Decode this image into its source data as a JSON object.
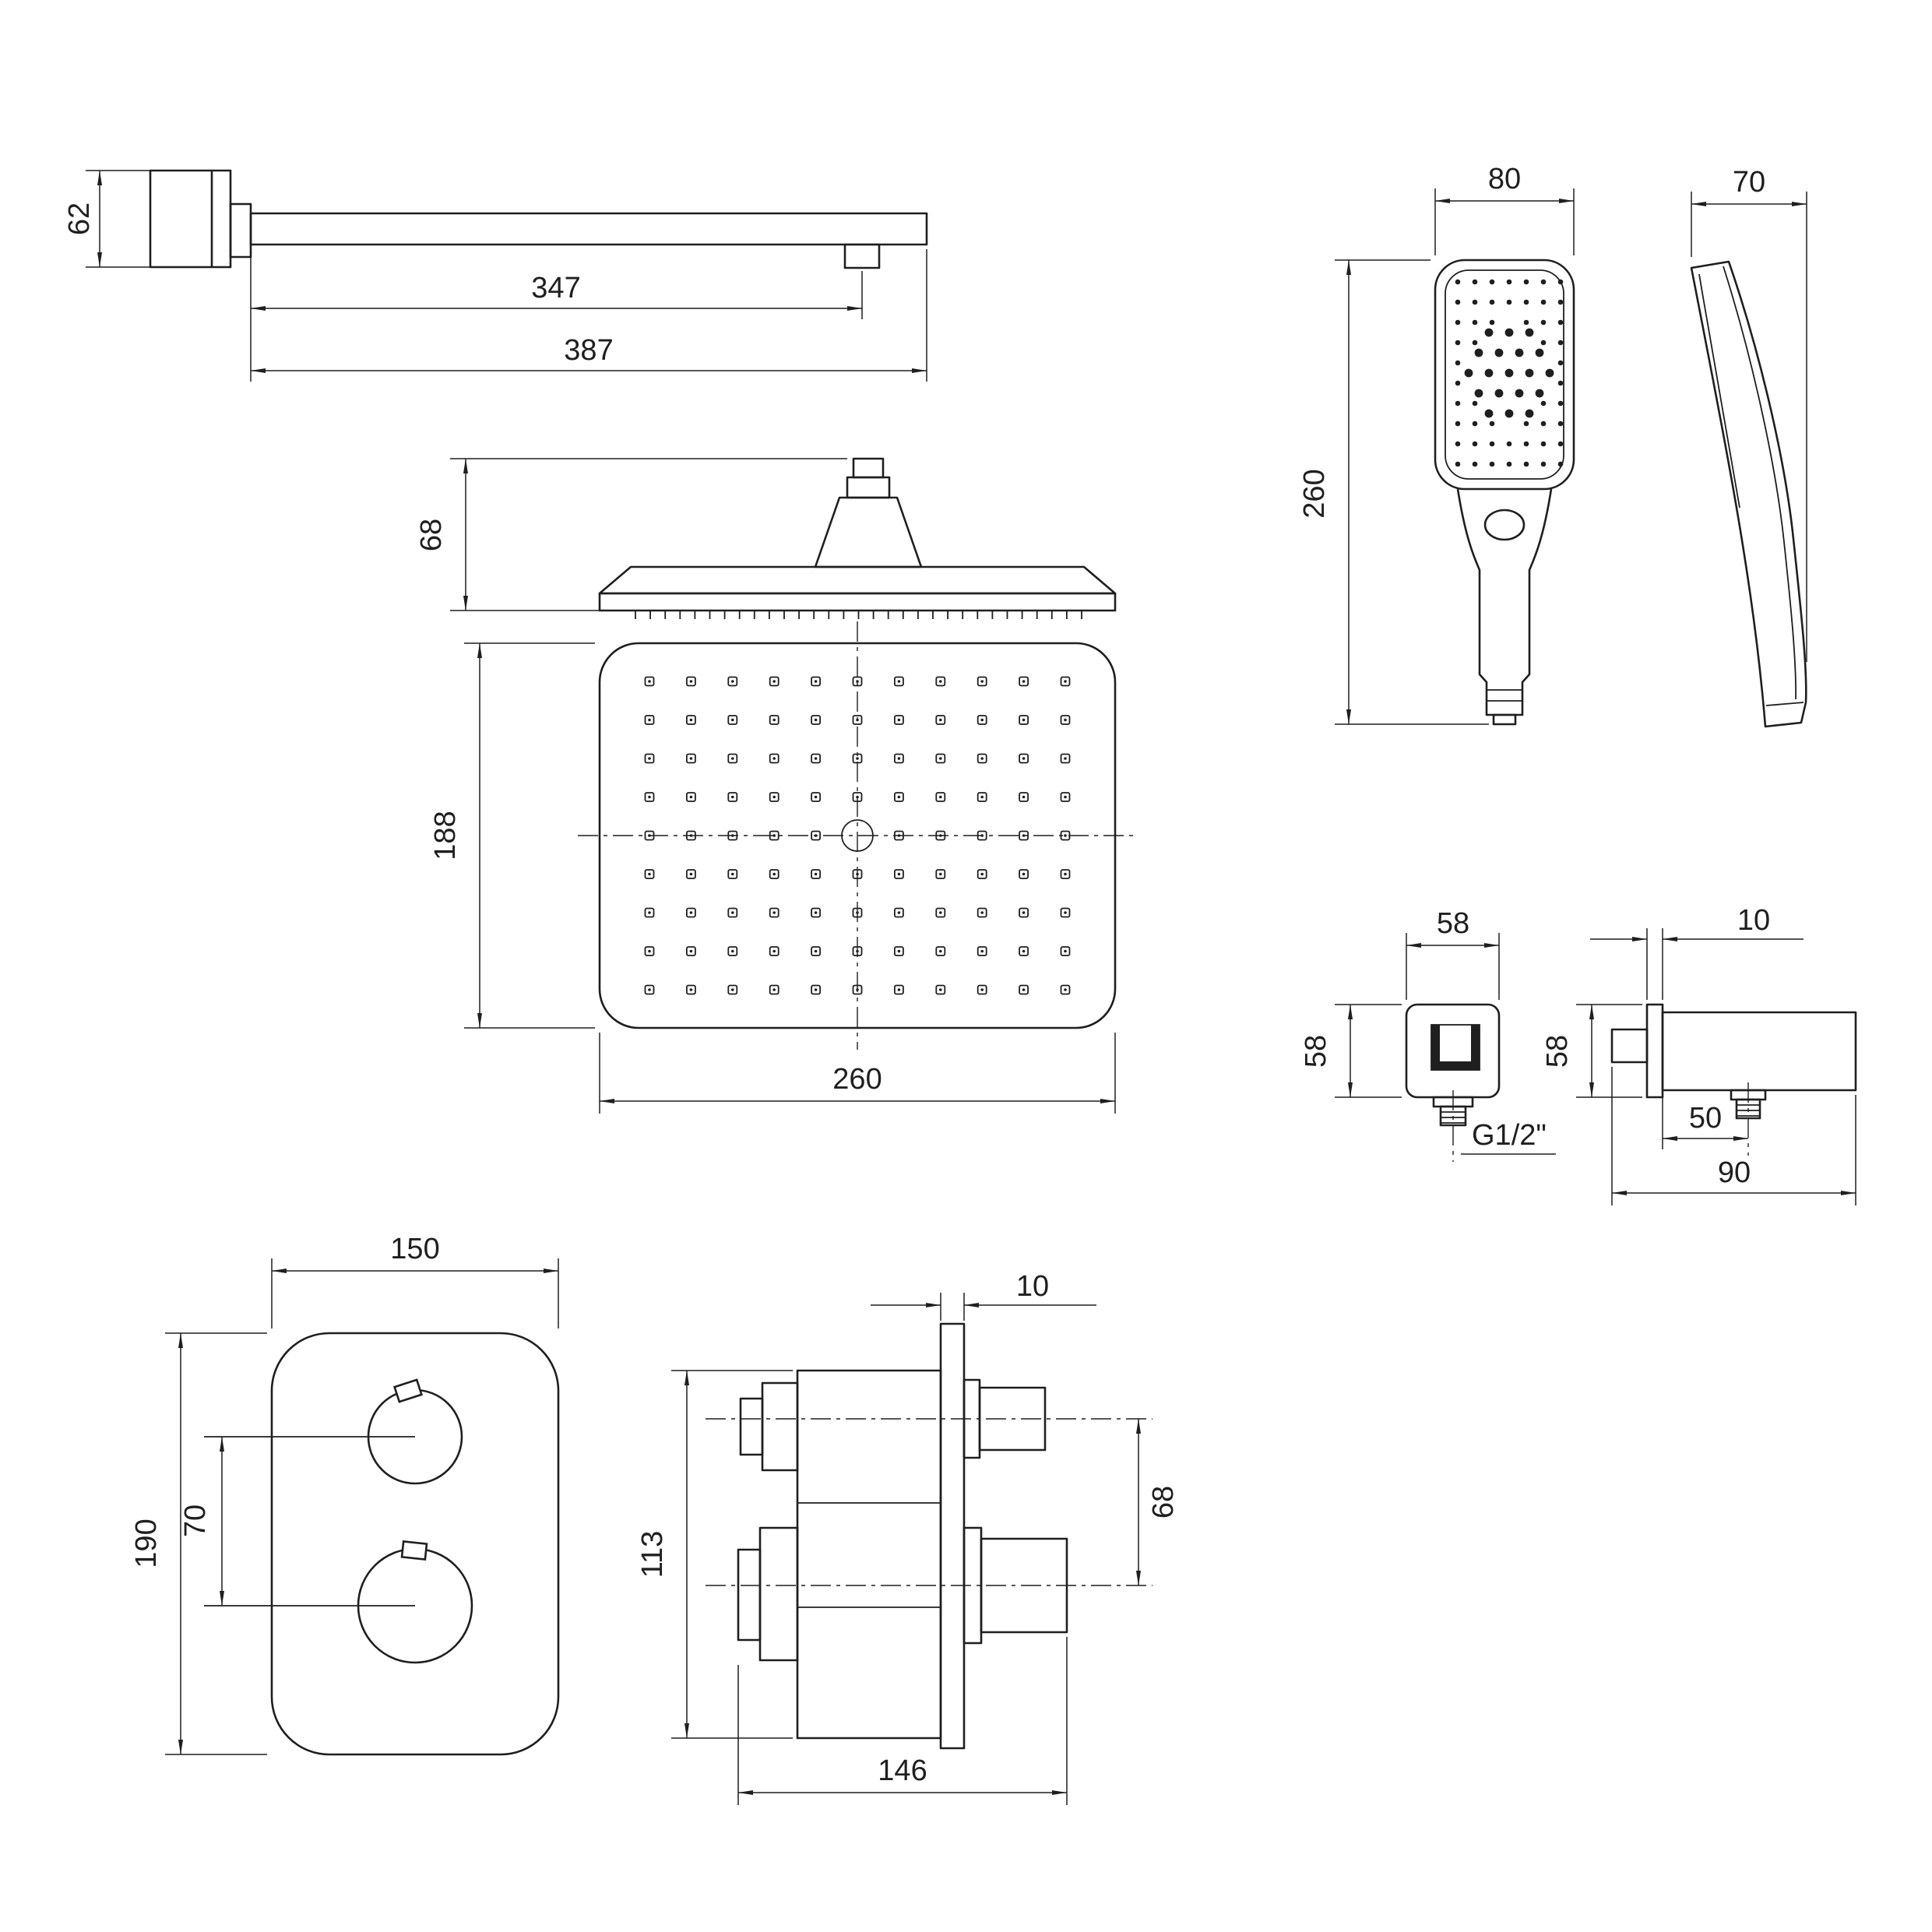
{
  "style": {
    "line_color": "#1f1f1f",
    "background": "#ffffff"
  },
  "views": {
    "shower_arm": {
      "flange_size": "62",
      "length_to_outlet": "347",
      "length_total": "387"
    },
    "head_side": {
      "height": "68"
    },
    "head_top": {
      "depth": "188",
      "width": "260"
    },
    "hand_shower_front": {
      "width": "80",
      "length": "260"
    },
    "hand_shower_side": {
      "depth": "70"
    },
    "wall_outlet_front": {
      "width": "58",
      "height": "58",
      "thread": "G1/2\""
    },
    "wall_outlet_side": {
      "plate_thickness": "10",
      "height": "58",
      "port_offset": "50",
      "length": "90"
    },
    "mixer_front": {
      "width": "150",
      "height": "190",
      "handle_spacing": "70"
    },
    "mixer_side": {
      "plate_thickness": "10",
      "body_height": "113",
      "port_spacing": "68",
      "length": "146"
    }
  }
}
